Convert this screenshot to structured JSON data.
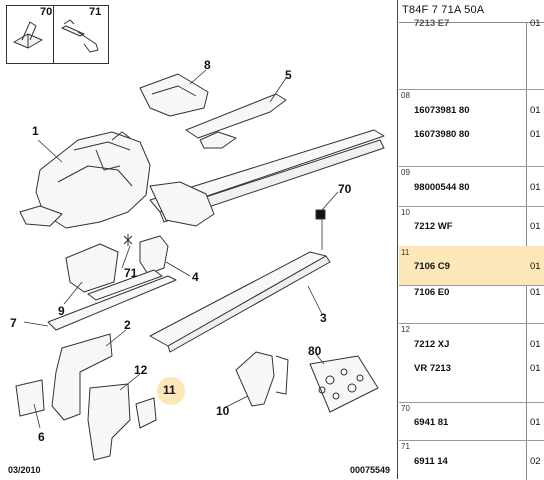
{
  "header": {
    "code": "T84F 7 71A 50A"
  },
  "insets": [
    {
      "label": "70",
      "icon": "clip-icon"
    },
    {
      "label": "71",
      "icon": "stud-icon"
    }
  ],
  "callouts": [
    "1",
    "2",
    "3",
    "4",
    "5",
    "6",
    "7",
    "8",
    "9",
    "10",
    "11",
    "12",
    "70",
    "71",
    "80"
  ],
  "footer": {
    "date": "03/2010",
    "ref": "00075549"
  },
  "colors": {
    "highlight": "#fde6b8",
    "line": "#333333"
  },
  "table_rows": [
    {
      "index": "",
      "refs": [
        "7213 E7"
      ],
      "qty": [
        "01"
      ],
      "highlighted": false
    },
    {
      "index": "08",
      "refs": [
        "16073981 80",
        "16073980 80"
      ],
      "qty": [
        "01",
        "01"
      ],
      "highlighted": false
    },
    {
      "index": "09",
      "refs": [
        "98000544 80"
      ],
      "qty": [
        "01"
      ],
      "highlighted": false
    },
    {
      "index": "10",
      "refs": [
        "7212 WF"
      ],
      "qty": [
        "01"
      ],
      "highlighted": false
    },
    {
      "index": "11",
      "refs": [
        "7106 C9"
      ],
      "qty": [
        "01"
      ],
      "highlighted": true
    },
    {
      "index": "",
      "refs": [
        "7106 E0"
      ],
      "qty": [
        "01"
      ],
      "highlighted": false
    },
    {
      "index": "12",
      "refs": [
        "7212 XJ",
        "VR 7213"
      ],
      "qty": [
        "01",
        "01"
      ],
      "highlighted": false
    },
    {
      "index": "70",
      "refs": [
        "6941 81"
      ],
      "qty": [
        "01"
      ],
      "highlighted": false
    },
    {
      "index": "71",
      "refs": [
        "6911 14"
      ],
      "qty": [
        "02"
      ],
      "highlighted": false
    }
  ]
}
